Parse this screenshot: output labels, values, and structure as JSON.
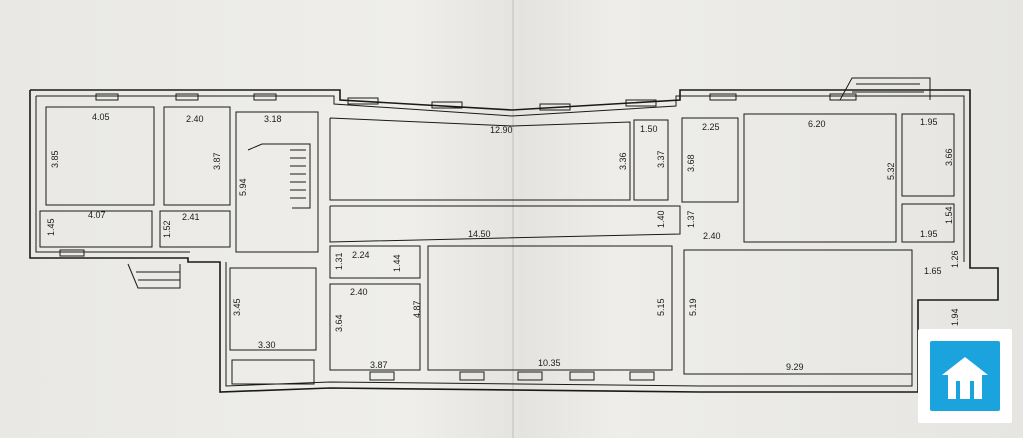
{
  "plan": {
    "dimensions": {
      "r1_w": "4.05",
      "r1_h": "3.85",
      "r2_w": "2.40",
      "r2_h": "3.87",
      "r3_w": "4.07",
      "r3_h": "1.45",
      "r4_w": "2.41",
      "r4_h": "1.52",
      "stair_w": "3.18",
      "stair_h": "5.94",
      "hall_top": "12.90",
      "sm1_w": "1.50",
      "sm1_h": "3.37",
      "hall_h": "3.36",
      "r5_w": "2.25",
      "r5_h": "3.68",
      "r6_w": "6.20",
      "r6_h": "5.32",
      "r7_w": "1.95",
      "r7_h": "3.66",
      "r8_w": "1.95",
      "r8_h": "1.54",
      "corr_w": "14.50",
      "corr_h": "1.40",
      "vest_w": "2.40",
      "vest_h": "1.37",
      "r9_w": "2.24",
      "r9_h": "1.31",
      "r9_h2": "1.44",
      "r10_w": "2.40",
      "r10_h": "3.64",
      "r10_h2": "4.87",
      "r10_bot": "3.87",
      "r11_w": "3.30",
      "r11_h": "3.45",
      "big_w": "10.35",
      "big_h": "5.15",
      "right_w": "9.29",
      "right_h": "5.19",
      "r12_w": "1.65",
      "r12_h": "1.26",
      "r12_h2": "1.94"
    }
  },
  "colors": {
    "logo_bg": "#1aa3dc",
    "logo_fg": "#ffffff"
  },
  "logo_icon": "building-roof-icon"
}
